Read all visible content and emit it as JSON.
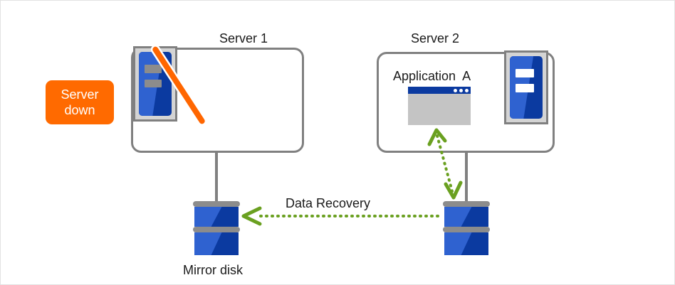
{
  "diagram": {
    "title_server1": "Server 1",
    "title_server2": "Server 2",
    "status_badge": "Server\ndown",
    "application_label": "Application  A",
    "data_recovery_label": "Data Recovery",
    "mirror_disk_label": "Mirror disk",
    "colors": {
      "badge_bg": "#ff6a00",
      "badge_text": "#ffffff",
      "box_border": "#808080",
      "server_icon_blue_dark": "#0b3aa0",
      "server_icon_blue_light": "#2f62d0",
      "server_icon_frame": "#d4d4d4",
      "strike_orange": "#ff6600",
      "arrow_green": "#6aa020",
      "disk_plate_gray": "#8c8c8c",
      "app_window_body": "#c4c4c4",
      "app_window_titlebar": "#0b3aa0",
      "text": "#1a1a1a",
      "page_border": "#e2e2e2"
    },
    "icons": {
      "server1_state": "server-offline-icon",
      "server2_state": "server-online-icon",
      "strike": "strike-through-icon",
      "app_window": "application-window-icon",
      "disk_left": "mirror-disk-icon",
      "disk_right": "disk-icon",
      "recovery_arrow": "dotted-arrow-left-icon",
      "sync_arrow": "dotted-arrow-bidirectional-icon"
    }
  }
}
